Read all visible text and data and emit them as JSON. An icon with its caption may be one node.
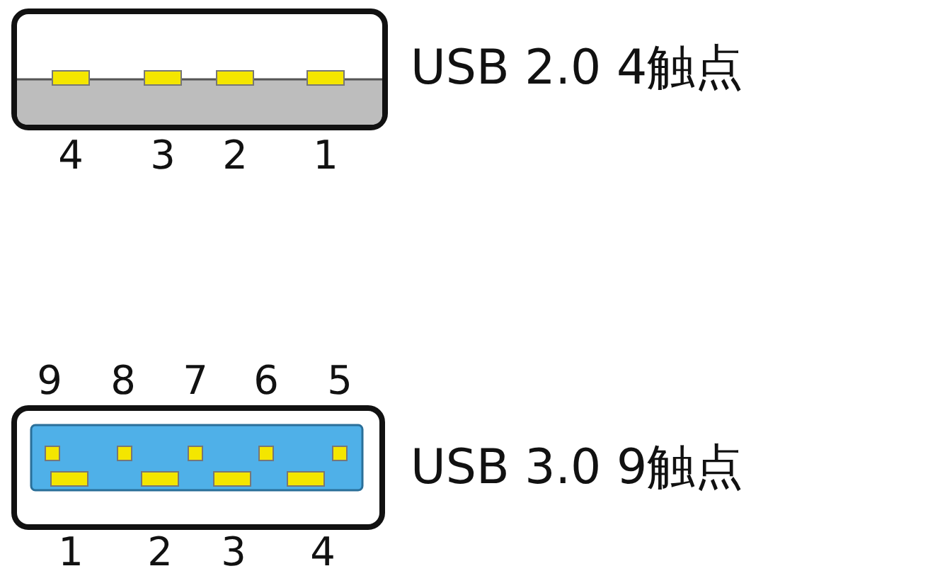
{
  "diagram": {
    "labels": [
      "USB 2.0 4触点",
      "4",
      "3",
      "2",
      "1",
      "9",
      "8",
      "7",
      "6",
      "5",
      "USB 3.0 9触点",
      "1",
      "2",
      "3",
      "4"
    ]
  }
}
